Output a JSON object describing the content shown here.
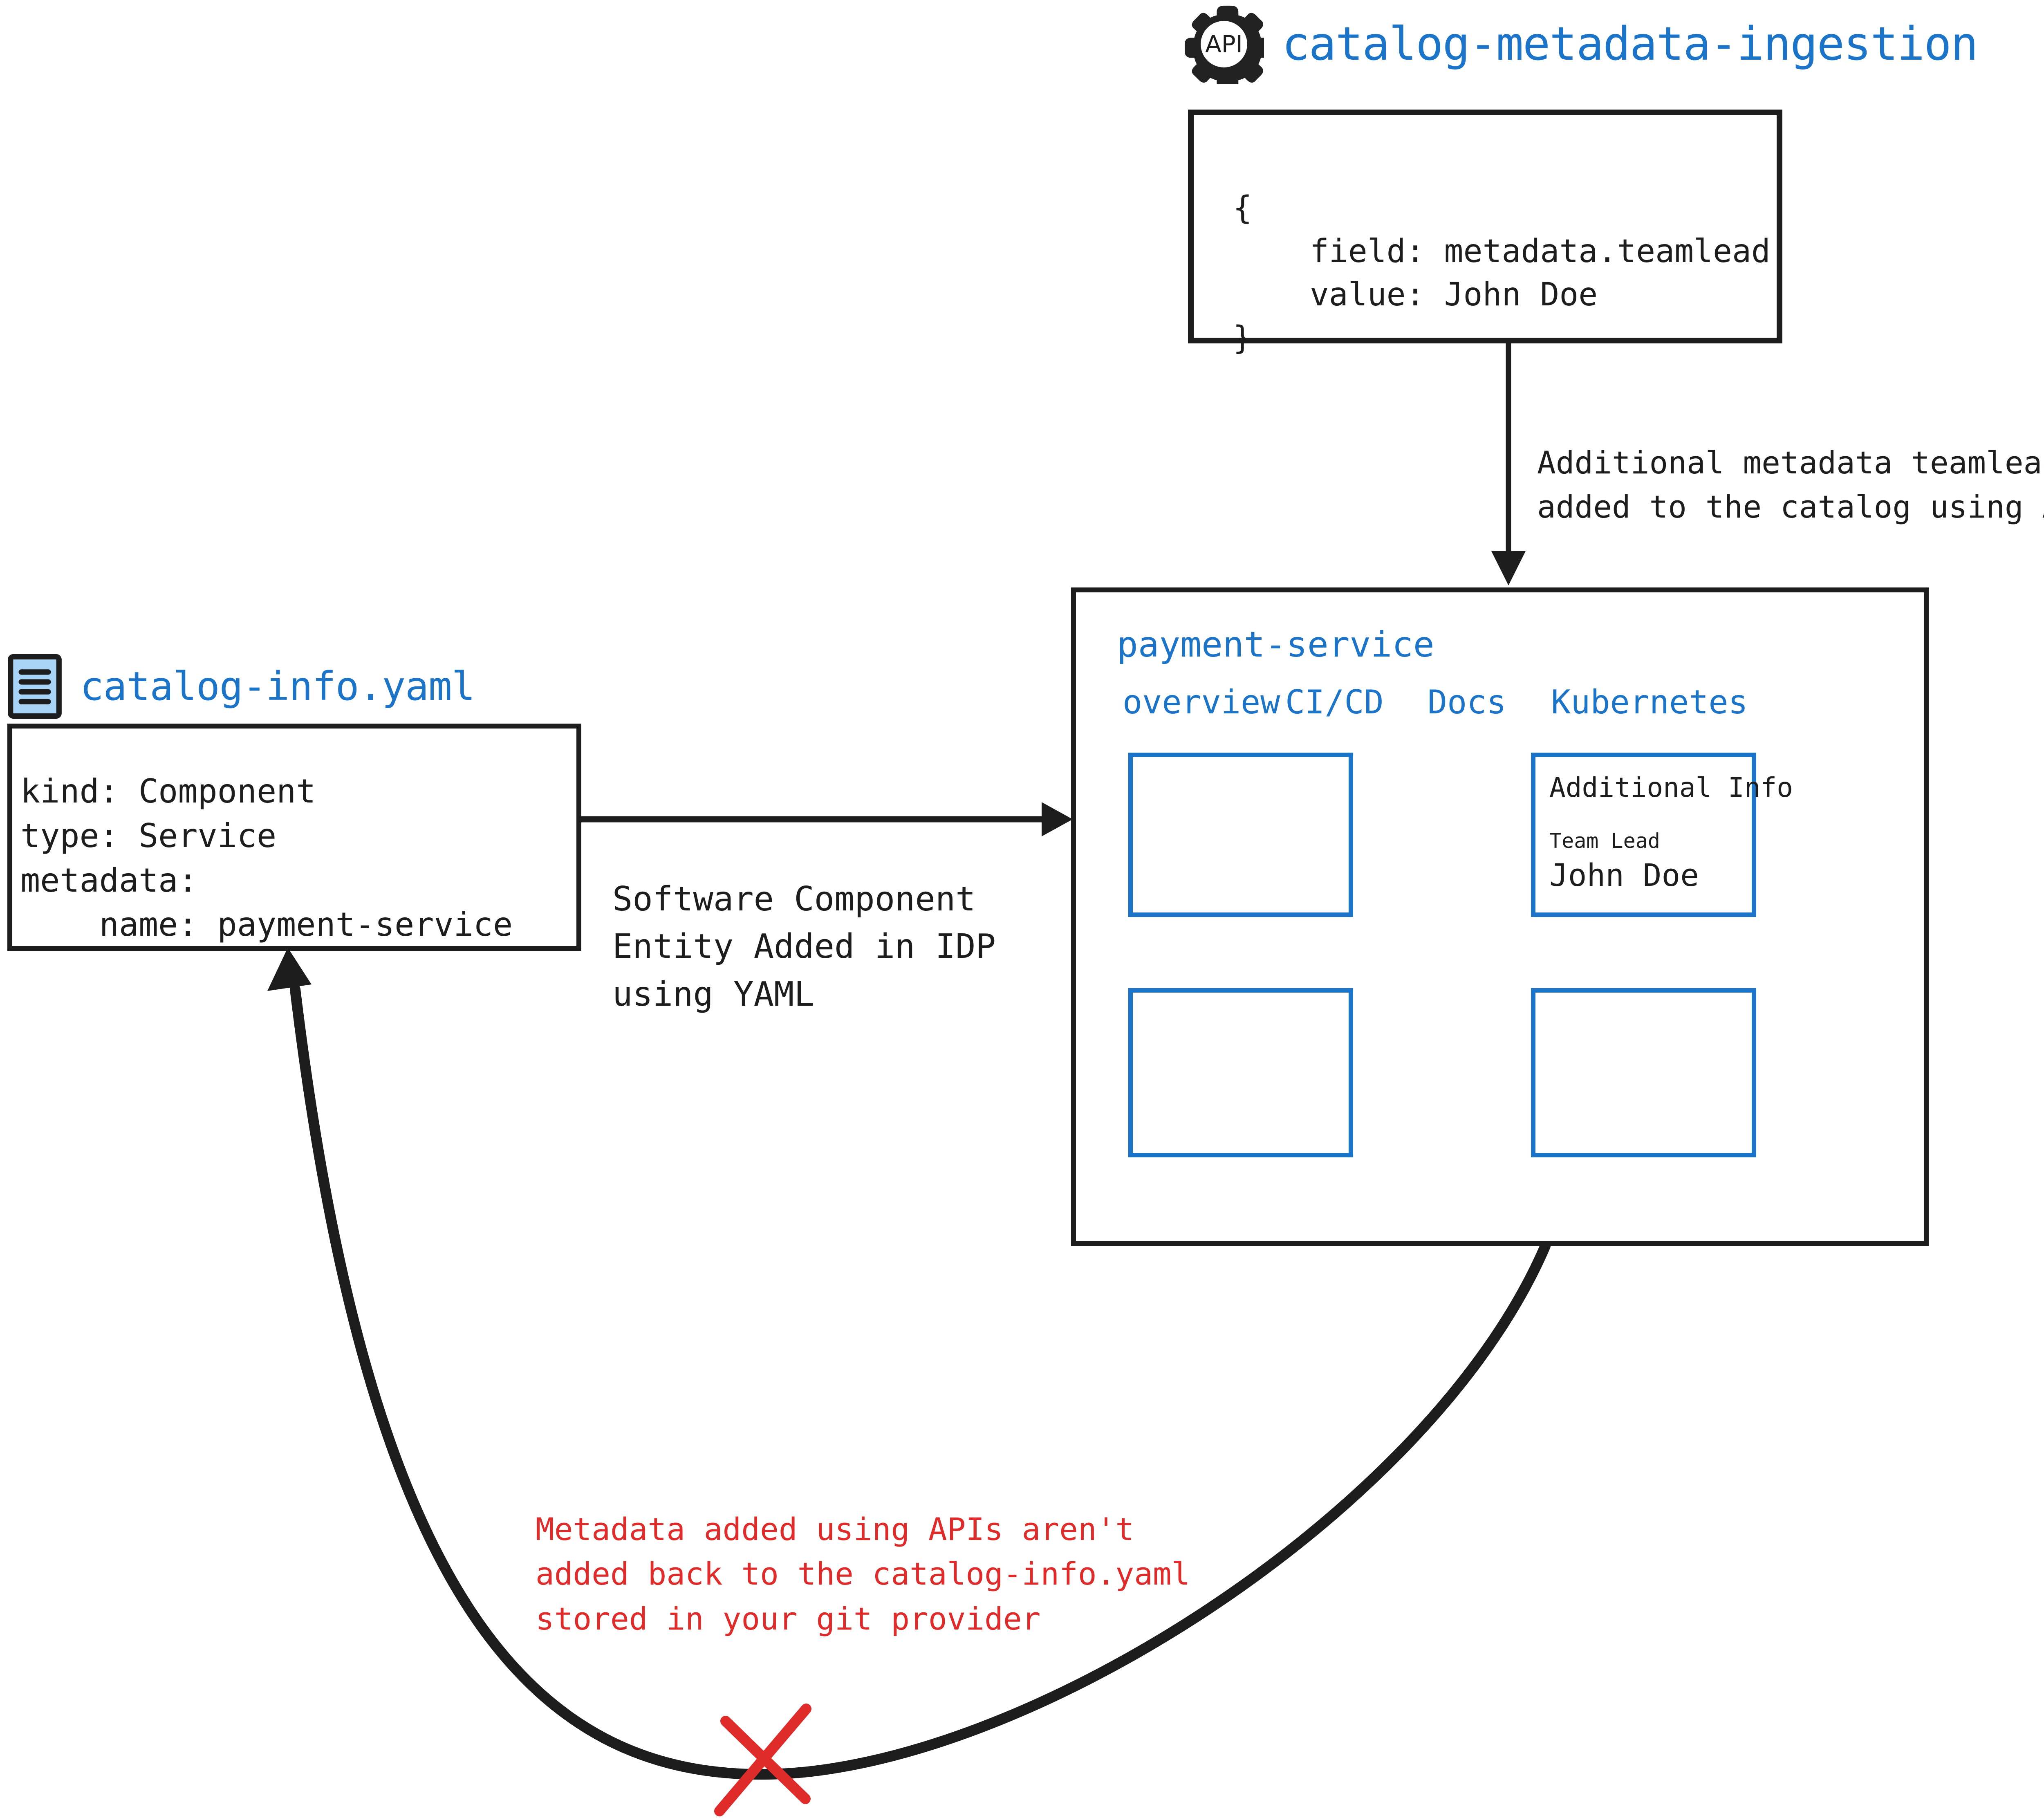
{
  "api_source": {
    "icon": "api-gear-icon",
    "icon_label": "API",
    "title": "catalog-metadata-ingestion",
    "title_color": "#1b74c8",
    "payload": "{\n    field: metadata.teamlead,\n    value: John Doe\n}"
  },
  "api_flow": {
    "label": "Additional metadata teamlead\nadded to the catalog using APIs"
  },
  "yaml_source": {
    "icon": "document-icon",
    "title": "catalog-info.yaml",
    "title_color": "#1b74c8",
    "code": "kind: Component\ntype: Service\nmetadata:\n    name: payment-service"
  },
  "yaml_flow": {
    "label": "Software Component\nEntity Added in IDP\nusing YAML"
  },
  "entity_panel": {
    "title": "payment-service",
    "title_color": "#1b74c8",
    "accent_color": "#1b74c8",
    "tabs": [
      {
        "label": "overview"
      },
      {
        "label": "CI/CD"
      },
      {
        "label": "Docs"
      },
      {
        "label": "Kubernetes"
      }
    ],
    "cards": {
      "overview": {
        "name": "overview-card",
        "content": ""
      },
      "additional_info": {
        "name": "additional-info-card",
        "title": "Additional Info",
        "field_label": "Team Lead",
        "field_value": "John Doe"
      },
      "bottom_left": {
        "name": "empty-card-left",
        "content": ""
      },
      "bottom_right": {
        "name": "empty-card-right",
        "content": ""
      }
    }
  },
  "sync_warning": {
    "text": "Metadata added using APIs aren't\nadded back to the catalog-info.yaml\nstored in your git provider",
    "color": "#e02b2b",
    "marker": "red-cross-mark"
  }
}
